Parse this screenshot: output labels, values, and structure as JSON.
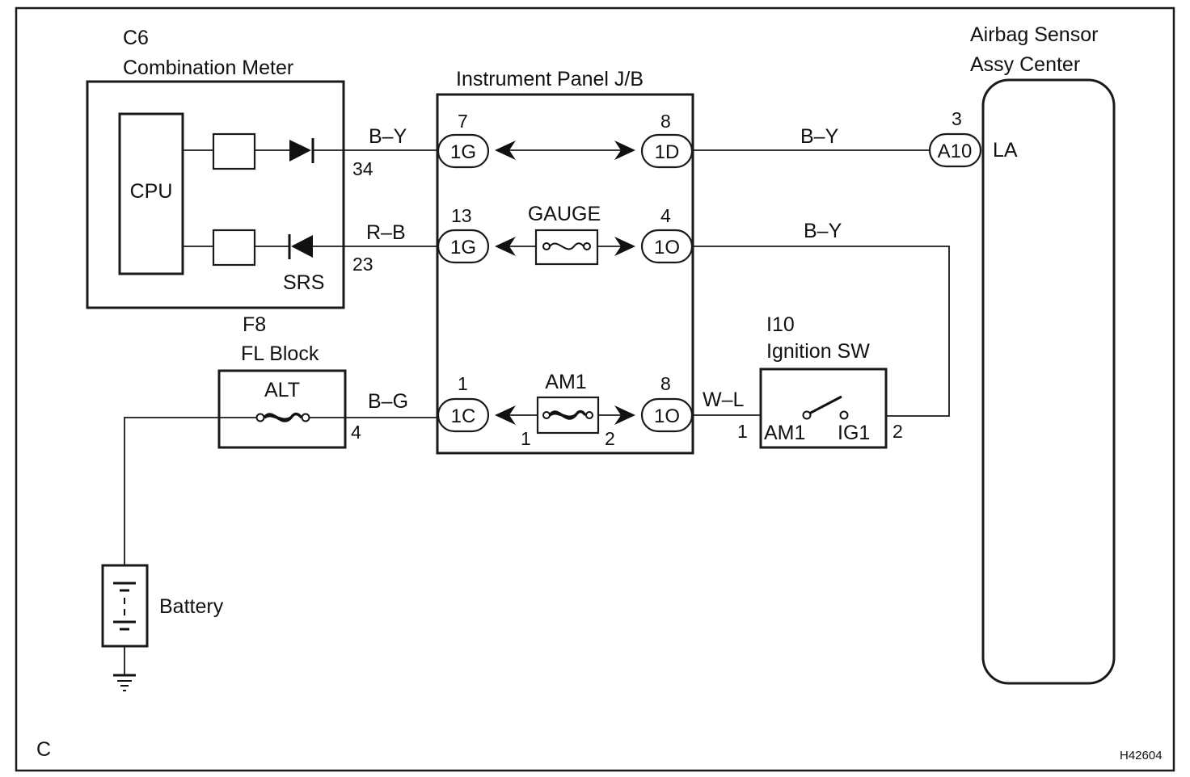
{
  "meter": {
    "code": "C6",
    "name": "Combination Meter",
    "cpu": "CPU",
    "srs": "SRS",
    "pin_top": "34",
    "pin_bottom": "23"
  },
  "jb": {
    "name": "Instrument Panel J/B",
    "fuse_gauge": "GAUGE",
    "fuse_am1": "AM1",
    "am1_pin_left": "1",
    "am1_pin_right": "2"
  },
  "fl_block": {
    "code": "F8",
    "name": "FL Block",
    "fuse": "ALT",
    "pin": "4"
  },
  "ignition": {
    "code": "I10",
    "name": "Ignition SW",
    "term_left": "AM1",
    "term_right": "IG1",
    "pin_left": "1",
    "pin_right": "2"
  },
  "airbag": {
    "name_line1": "Airbag Sensor",
    "name_line2": "Assy Center",
    "terminal": "LA",
    "connector": "A10",
    "pin": "3"
  },
  "battery": {
    "label": "Battery"
  },
  "connectors": {
    "row1_left": {
      "label": "1G",
      "pin": "7"
    },
    "row1_right": {
      "label": "1D",
      "pin": "8"
    },
    "row2_left": {
      "label": "1G",
      "pin": "13"
    },
    "row2_right": {
      "label": "1O",
      "pin": "4"
    },
    "row3_left": {
      "label": "1C",
      "pin": "1"
    },
    "row3_right": {
      "label": "1O",
      "pin": "8"
    }
  },
  "wires": {
    "w1": "B–Y",
    "w2": "R–B",
    "w3": "B–G",
    "w4": "B–Y",
    "w5": "B–Y",
    "w6": "W–L"
  },
  "footer": {
    "section": "C",
    "figure_id": "H42604"
  }
}
